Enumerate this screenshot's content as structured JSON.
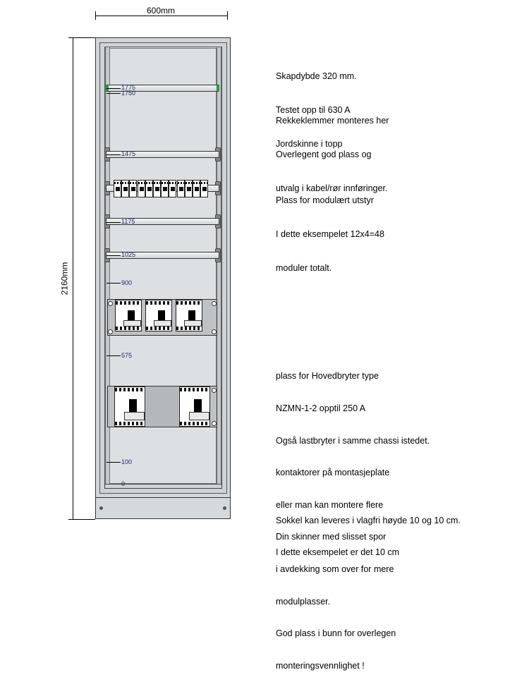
{
  "dimensions": {
    "width_label": "600mm",
    "height_label": "2160mm"
  },
  "scale": [
    "1775",
    "1750",
    "1475",
    "1175",
    "1025",
    "900",
    "575",
    "100",
    "0"
  ],
  "notes": {
    "top": [
      "Skapdybde 320 mm.",
      "Testet opp til 630 A",
      "Jordskinne i topp"
    ],
    "terminals": [
      "Rekkeklemmer monteres her",
      "Overlegent god plass og",
      "utvalg i kabel/rør innføringer."
    ],
    "modular": [
      "Plass for modulært utstyr",
      "I dette eksempelet 12x4=48",
      "moduler totalt."
    ],
    "main_switch": [
      "plass for Hovedbryter type",
      "NZMN-1-2 opptil 250 A",
      "Også lastbryter i samme chassi istedet.",
      "kontaktorer på montasjeplate",
      "eller man kan montere flere",
      "Din skinner med slisset spor",
      "i avdekking som over for mere",
      "modulplasser.",
      "God plass i bunn for overlegen",
      "monteringsvennlighet !"
    ],
    "plinth": [
      "Sokkel kan leveres i vlagfri høyde 10 og 10 cm.",
      "I dette eksempelet er det 10 cm"
    ]
  },
  "colors": {
    "earth_bar": "#2a9a4a",
    "scale_text": "#1a2a6c"
  }
}
